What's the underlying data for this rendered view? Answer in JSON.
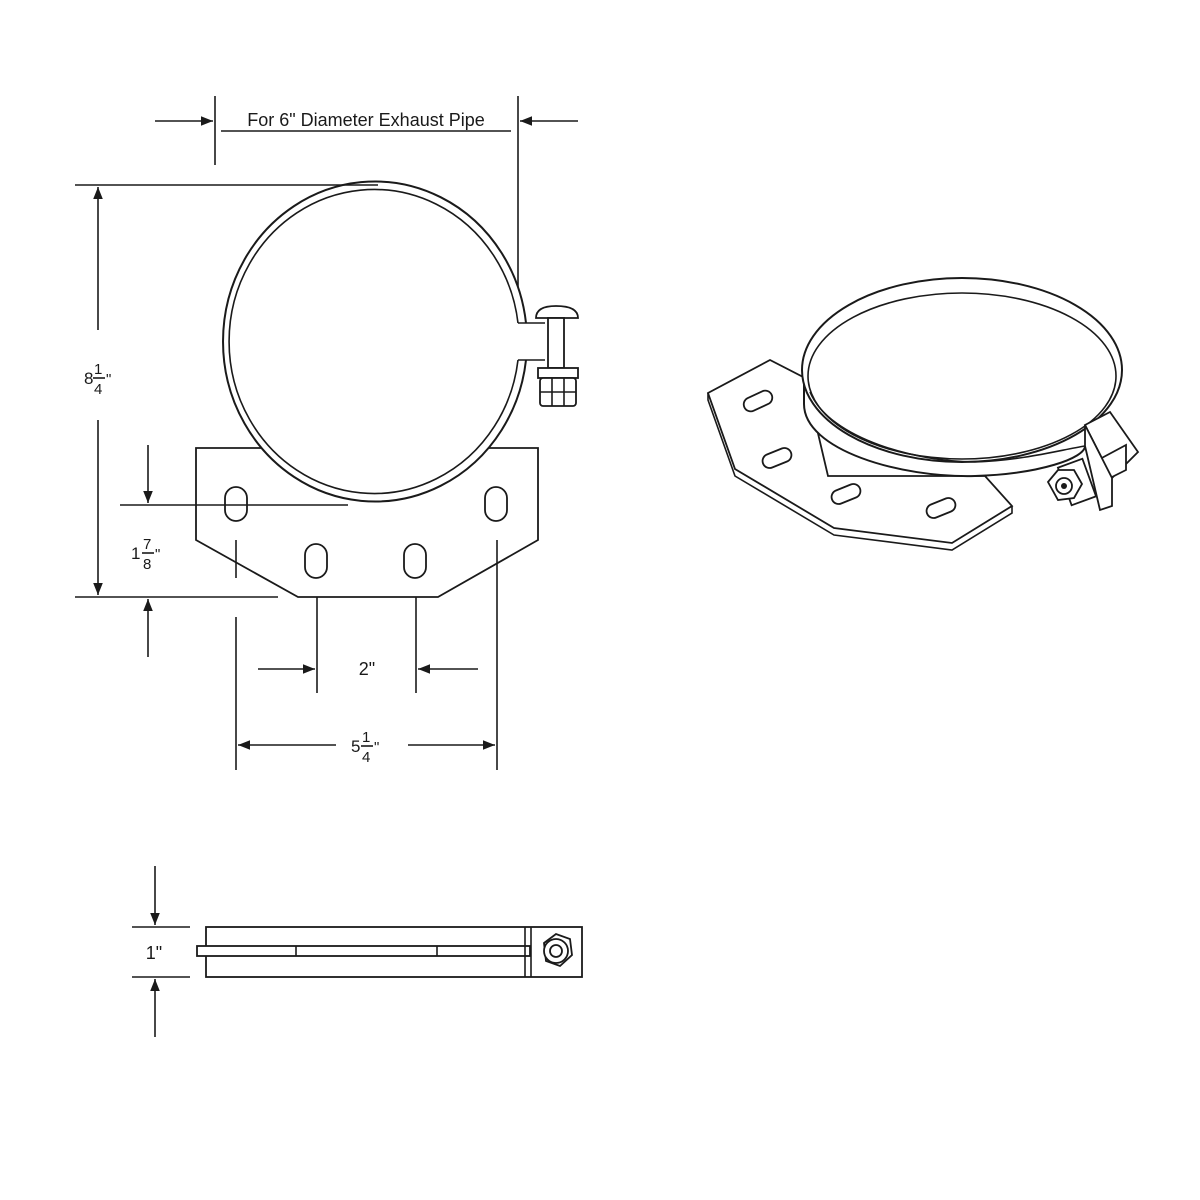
{
  "title": "For 6\" Diameter Exhaust Pipe",
  "dimensions": {
    "overall_height": {
      "whole": "8",
      "num": "1",
      "den": "4",
      "unit": "\""
    },
    "base_height": {
      "whole": "1",
      "num": "7",
      "den": "8",
      "unit": "\""
    },
    "slot_spacing": {
      "text": "2\""
    },
    "bolt_spacing": {
      "whole": "5",
      "num": "1",
      "den": "4",
      "unit": "\""
    },
    "band_width": {
      "text": "1\""
    }
  },
  "colors": {
    "line": "#1a1a1a",
    "background": "#ffffff"
  }
}
